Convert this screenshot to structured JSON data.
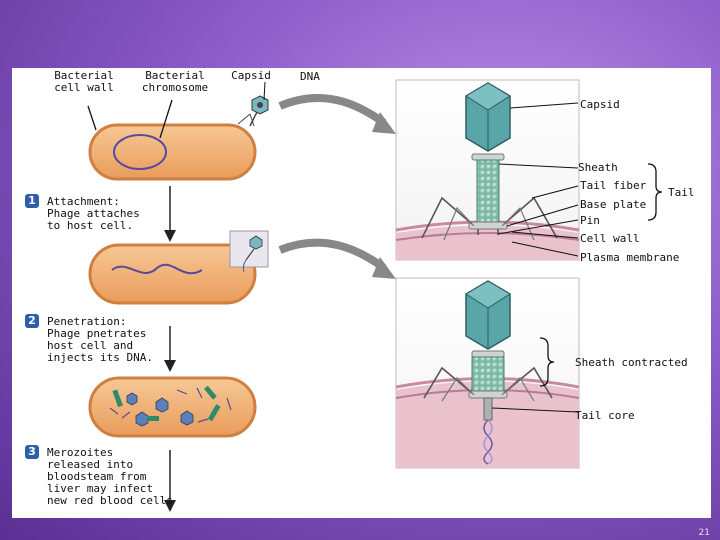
{
  "labels": {
    "bacterial_cell_wall": "Bacterial\ncell wall",
    "bacterial_chromosome": "Bacterial\nchromosome",
    "capsid_top": "Capsid",
    "dna": "DNA",
    "capsid_right": "Capsid",
    "sheath": "Sheath",
    "tail_fiber": "Tail fiber",
    "base_plate": "Base plate",
    "pin": "Pin",
    "cell_wall": "Cell wall",
    "plasma_membrane": "Plasma membrane",
    "tail": "Tail",
    "sheath_contracted": "Sheath contracted",
    "tail_core": "Tail core"
  },
  "steps": [
    {
      "number": "1",
      "text": "Attachment:\nPhage attaches\nto host cell."
    },
    {
      "number": "2",
      "text": "Penetration:\nPhage pnetrates\nhost cell and\ninjects its DNA."
    },
    {
      "number": "3",
      "text": "Merozoites\nreleased into\nbloodsteam from\nliver may infect\nnew red blood cells"
    }
  ],
  "page_number": "21",
  "colors": {
    "background_purple": "#8c5cc8",
    "cell_fill": "#f2b37a",
    "cell_outline": "#d68a4e",
    "phage_teal": "#5aa5a8",
    "membrane_pink": "#d9a7b6",
    "step_badge": "#2f5fa8"
  }
}
